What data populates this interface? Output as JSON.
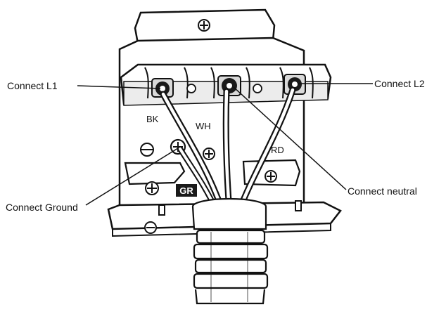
{
  "callouts": {
    "l1": "Connect L1",
    "l2": "Connect L2",
    "neutral": "Connect neutral",
    "ground": "Connect Ground"
  },
  "wire_labels": {
    "black": "BK",
    "white": "WH",
    "red": "RD",
    "green": "GR"
  },
  "colors": {
    "line": "#111111",
    "fill": "#ffffff",
    "shade": "#d9d9d9",
    "dark": "#1a1a1a"
  }
}
